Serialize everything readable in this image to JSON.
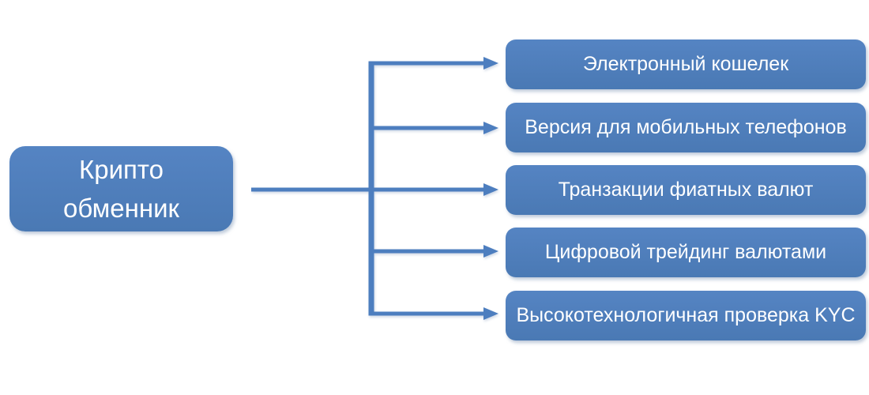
{
  "diagram": {
    "root": {
      "label_line1": "Крипто",
      "label_line2": "обменник"
    },
    "branches": [
      {
        "label": "Электронный кошелек"
      },
      {
        "label": "Версия для мобильных телефонов"
      },
      {
        "label": "Транзакции фиатных валют"
      },
      {
        "label": "Цифровой трейдинг валютами"
      },
      {
        "label": "Высокотехнологичная проверка KYC"
      }
    ]
  },
  "colors": {
    "node-fill-light": "#5584c3",
    "node-fill-dark": "#4a79b4",
    "connector": "#4d7ebf",
    "text": "#ffffff",
    "background": "#ffffff"
  }
}
